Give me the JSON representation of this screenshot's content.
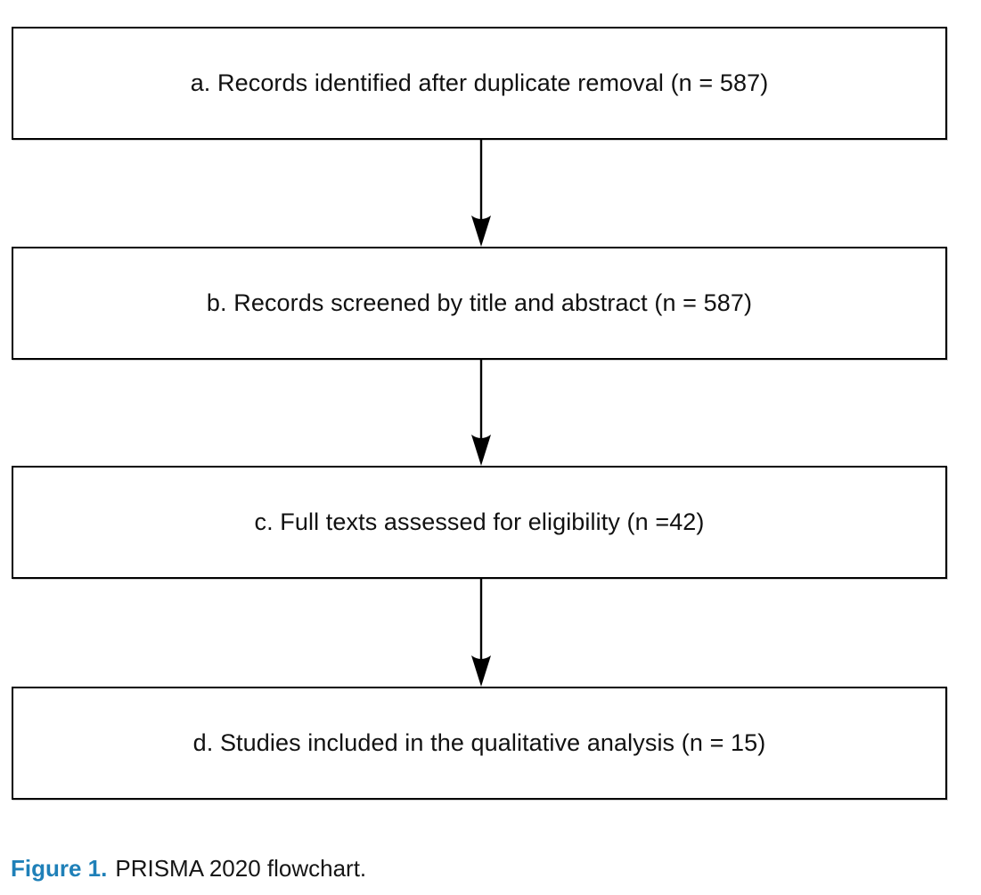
{
  "flowchart": {
    "title": "PRISMA 2020 flowchart",
    "boxes": [
      {
        "id": "a",
        "label": "a. Records identified after duplicate removal (n = 587)",
        "n": 587
      },
      {
        "id": "b",
        "label": "b. Records screened by title and abstract (n = 587)",
        "n": 587
      },
      {
        "id": "c",
        "label": "c. Full texts assessed for eligibility (n =42)",
        "n": 42
      },
      {
        "id": "d",
        "label": "d. Studies included in the qualitative analysis (n = 15)",
        "n": 15
      }
    ],
    "arrows": [
      {
        "from": "a",
        "to": "b"
      },
      {
        "from": "b",
        "to": "c"
      },
      {
        "from": "c",
        "to": "d"
      }
    ],
    "colors": {
      "box_border": "#000000",
      "box_background": "#ffffff",
      "box_text": "#111111",
      "arrow": "#000000",
      "caption_accent": "#1f80b8",
      "caption_text": "#161616"
    }
  },
  "caption": {
    "label": "Figure 1.",
    "text": "PRISMA 2020 flowchart."
  }
}
